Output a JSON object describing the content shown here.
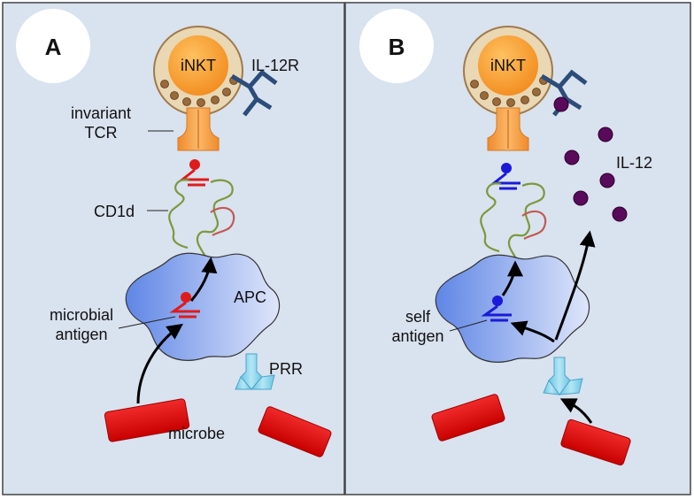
{
  "panel_a": {
    "letter": "A",
    "cell_label": "iNKT",
    "receptor_label": "IL-12R",
    "tcr_label_line1": "invariant",
    "tcr_label_line2": "TCR",
    "cd1d_label": "CD1d",
    "apc_label": "APC",
    "antigen_label_line1": "microbial",
    "antigen_label_line2": "antigen",
    "prr_label": "PRR",
    "microbe_label": "microbe"
  },
  "panel_b": {
    "letter": "B",
    "cell_label": "iNKT",
    "cytokine_label": "IL-12",
    "antigen_label_line1": "self",
    "antigen_label_line2": "antigen"
  },
  "colors": {
    "panel_bg": "#d9e2ef",
    "cell_body": "#ead7b4",
    "nucleus": "#f4a23a",
    "tcr": "#f6a34f",
    "receptor": "#2c4d7a",
    "cd1d": "#7a9a3a",
    "cd1d_loop": "#c05a50",
    "apc": "#6a8fe8",
    "microbial_antigen": "#e01b1b",
    "self_antigen": "#1a1ad8",
    "prr": "#7ccfe8",
    "microbe": "#e00c0c",
    "il12": "#5a0a5a"
  }
}
